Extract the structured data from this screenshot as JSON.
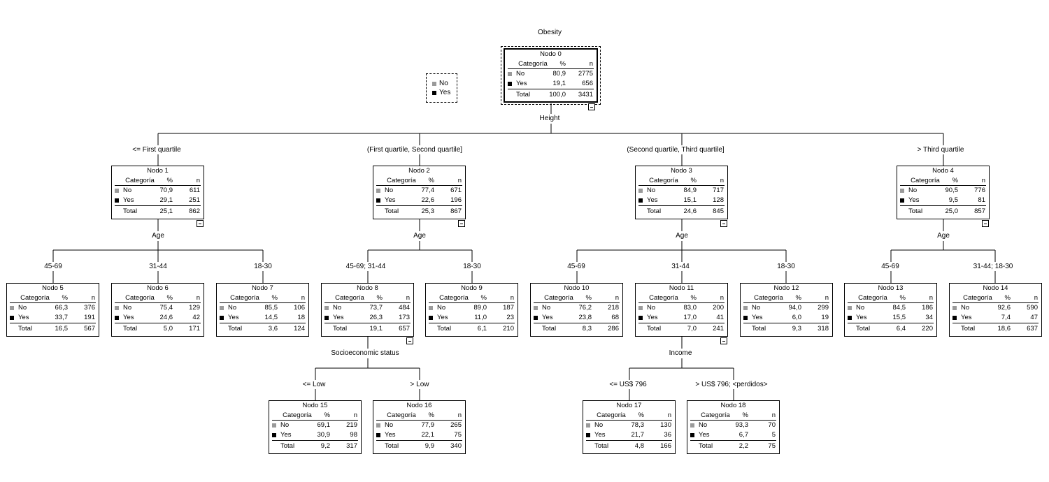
{
  "title": "Obesity",
  "legend": [
    {
      "label": "No",
      "color": "#9a9a9a"
    },
    {
      "label": "Yes",
      "color": "#000000"
    }
  ],
  "splits": {
    "root": "Height",
    "n1": "Age",
    "n2": "Age",
    "n3": "Age",
    "n4": "Age",
    "n8": "Socioeconomic status",
    "n11": "Income"
  },
  "branches": {
    "b1": "<= First quartile",
    "b2": "(First quartile, Second quartile]",
    "b3": "(Second quartile, Third quartile]",
    "b4": "> Third quartile",
    "b5": "45-69",
    "b6": "31-44",
    "b7": "18-30",
    "b8": "45-69; 31-44",
    "b9": "18-30",
    "b10": "45-69",
    "b11": "31-44",
    "b12": "18-30",
    "b13": "45-69",
    "b14": "31-44; 18-30",
    "b15": "<= Low",
    "b16": "> Low",
    "b17": "<= US$ 796",
    "b18": "> US$ 796; <perdidos>"
  },
  "header": {
    "cat": "Categoría",
    "pct": "%",
    "n": "n"
  },
  "nodes": {
    "n0": {
      "title": "Nodo 0",
      "no": {
        "label": "No",
        "pct": "80,9",
        "n": "2775"
      },
      "yes": {
        "label": "Yes",
        "pct": "19,1",
        "n": "656"
      },
      "total": {
        "label": "Total",
        "pct": "100,0",
        "n": "3431"
      }
    },
    "n1": {
      "title": "Nodo 1",
      "no": {
        "label": "No",
        "pct": "70,9",
        "n": "611"
      },
      "yes": {
        "label": "Yes",
        "pct": "29,1",
        "n": "251"
      },
      "total": {
        "label": "Total",
        "pct": "25,1",
        "n": "862"
      }
    },
    "n2": {
      "title": "Nodo 2",
      "no": {
        "label": "No",
        "pct": "77,4",
        "n": "671"
      },
      "yes": {
        "label": "Yes",
        "pct": "22,6",
        "n": "196"
      },
      "total": {
        "label": "Total",
        "pct": "25,3",
        "n": "867"
      }
    },
    "n3": {
      "title": "Nodo 3",
      "no": {
        "label": "No",
        "pct": "84,9",
        "n": "717"
      },
      "yes": {
        "label": "Yes",
        "pct": "15,1",
        "n": "128"
      },
      "total": {
        "label": "Total",
        "pct": "24,6",
        "n": "845"
      }
    },
    "n4": {
      "title": "Nodo 4",
      "no": {
        "label": "No",
        "pct": "90,5",
        "n": "776"
      },
      "yes": {
        "label": "Yes",
        "pct": "9,5",
        "n": "81"
      },
      "total": {
        "label": "Total",
        "pct": "25,0",
        "n": "857"
      }
    },
    "n5": {
      "title": "Nodo 5",
      "no": {
        "label": "No",
        "pct": "66,3",
        "n": "376"
      },
      "yes": {
        "label": "Yes",
        "pct": "33,7",
        "n": "191"
      },
      "total": {
        "label": "Total",
        "pct": "16,5",
        "n": "567"
      }
    },
    "n6": {
      "title": "Nodo 6",
      "no": {
        "label": "No",
        "pct": "75,4",
        "n": "129"
      },
      "yes": {
        "label": "Yes",
        "pct": "24,6",
        "n": "42"
      },
      "total": {
        "label": "Total",
        "pct": "5,0",
        "n": "171"
      }
    },
    "n7": {
      "title": "Nodo 7",
      "no": {
        "label": "No",
        "pct": "85,5",
        "n": "106"
      },
      "yes": {
        "label": "Yes",
        "pct": "14,5",
        "n": "18"
      },
      "total": {
        "label": "Total",
        "pct": "3,6",
        "n": "124"
      }
    },
    "n8": {
      "title": "Nodo 8",
      "no": {
        "label": "No",
        "pct": "73,7",
        "n": "484"
      },
      "yes": {
        "label": "Yes",
        "pct": "26,3",
        "n": "173"
      },
      "total": {
        "label": "Total",
        "pct": "19,1",
        "n": "657"
      }
    },
    "n9": {
      "title": "Nodo 9",
      "no": {
        "label": "No",
        "pct": "89,0",
        "n": "187"
      },
      "yes": {
        "label": "Yes",
        "pct": "11,0",
        "n": "23"
      },
      "total": {
        "label": "Total",
        "pct": "6,1",
        "n": "210"
      }
    },
    "n10": {
      "title": "Nodo 10",
      "no": {
        "label": "No",
        "pct": "76,2",
        "n": "218"
      },
      "yes": {
        "label": "Yes",
        "pct": "23,8",
        "n": "68"
      },
      "total": {
        "label": "Total",
        "pct": "8,3",
        "n": "286"
      }
    },
    "n11": {
      "title": "Nodo 11",
      "no": {
        "label": "No",
        "pct": "83,0",
        "n": "200"
      },
      "yes": {
        "label": "Yes",
        "pct": "17,0",
        "n": "41"
      },
      "total": {
        "label": "Total",
        "pct": "7,0",
        "n": "241"
      }
    },
    "n12": {
      "title": "Nodo 12",
      "no": {
        "label": "No",
        "pct": "94,0",
        "n": "299"
      },
      "yes": {
        "label": "Yes",
        "pct": "6,0",
        "n": "19"
      },
      "total": {
        "label": "Total",
        "pct": "9,3",
        "n": "318"
      }
    },
    "n13": {
      "title": "Nodo 13",
      "no": {
        "label": "No",
        "pct": "84,5",
        "n": "186"
      },
      "yes": {
        "label": "Yes",
        "pct": "15,5",
        "n": "34"
      },
      "total": {
        "label": "Total",
        "pct": "6,4",
        "n": "220"
      }
    },
    "n14": {
      "title": "Nodo 14",
      "no": {
        "label": "No",
        "pct": "92,6",
        "n": "590"
      },
      "yes": {
        "label": "Yes",
        "pct": "7,4",
        "n": "47"
      },
      "total": {
        "label": "Total",
        "pct": "18,6",
        "n": "637"
      }
    },
    "n15": {
      "title": "Nodo 15",
      "no": {
        "label": "No",
        "pct": "69,1",
        "n": "219"
      },
      "yes": {
        "label": "Yes",
        "pct": "30,9",
        "n": "98"
      },
      "total": {
        "label": "Total",
        "pct": "9,2",
        "n": "317"
      }
    },
    "n16": {
      "title": "Nodo 16",
      "no": {
        "label": "No",
        "pct": "77,9",
        "n": "265"
      },
      "yes": {
        "label": "Yes",
        "pct": "22,1",
        "n": "75"
      },
      "total": {
        "label": "Total",
        "pct": "9,9",
        "n": "340"
      }
    },
    "n17": {
      "title": "Nodo 17",
      "no": {
        "label": "No",
        "pct": "78,3",
        "n": "130"
      },
      "yes": {
        "label": "Yes",
        "pct": "21,7",
        "n": "36"
      },
      "total": {
        "label": "Total",
        "pct": "4,8",
        "n": "166"
      }
    },
    "n18": {
      "title": "Nodo 18",
      "no": {
        "label": "No",
        "pct": "93,3",
        "n": "70"
      },
      "yes": {
        "label": "Yes",
        "pct": "6,7",
        "n": "5"
      },
      "total": {
        "label": "Total",
        "pct": "2,2",
        "n": "75"
      }
    }
  }
}
